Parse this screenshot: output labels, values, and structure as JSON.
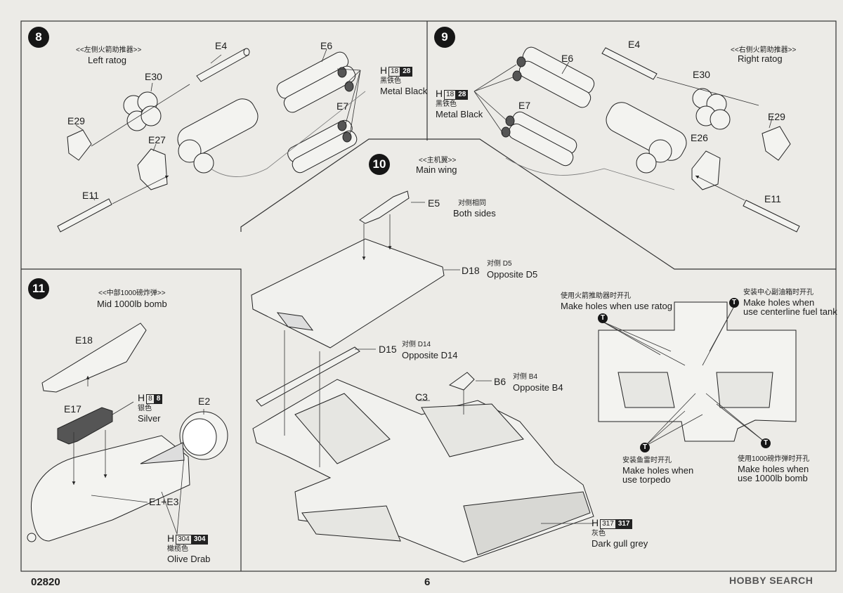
{
  "footer": {
    "code": "02820",
    "page": "6",
    "brand": "HOBBY SEARCH"
  },
  "steps": {
    "s8": {
      "number": "8",
      "title_cn": "<<左侧火箭助推器>>",
      "title_en": "Left ratog",
      "parts": [
        "E4",
        "E6",
        "E30",
        "E7",
        "E29",
        "E27",
        "E11"
      ],
      "paint": {
        "code": "H",
        "num1": "18",
        "num2": "28",
        "cn": "黑铁色",
        "en": "Metal  Black"
      }
    },
    "s9": {
      "number": "9",
      "title_cn": "<<右侧火箭助推器>>",
      "title_en": "Right ratog",
      "parts": [
        "E4",
        "E6",
        "E30",
        "E7",
        "E29",
        "E26",
        "E11"
      ],
      "paint": {
        "code": "H",
        "num1": "18",
        "num2": "28",
        "cn": "黑铁色",
        "en": "Metal  Black"
      }
    },
    "s10": {
      "number": "10",
      "title_cn": "<<主机翼>>",
      "title_en": "Main wing",
      "e5": "E5",
      "both_cn": "对侧相同",
      "both_en": "Both sides",
      "d18": "D18",
      "d18_cn": "对侧 D5",
      "d18_en": "Opposite D5",
      "d15": "D15",
      "d15_cn": "对侧 D14",
      "d15_en": "Opposite D14",
      "b6": "B6",
      "b6_cn": "对侧 B4",
      "b6_en": "Opposite B4",
      "c3": "C3",
      "paint": {
        "code": "H",
        "num1": "317",
        "num2": "317",
        "cn": "灰色",
        "en": "Dark gull grey"
      },
      "holes": {
        "ratog_cn": "使用火箭推助器时开孔",
        "ratog_en": "Make holes when use ratog",
        "tank_cn": "安装中心副油箱时开孔",
        "tank_en1": "Make holes when",
        "tank_en2": "use centerline fuel tank",
        "torpedo_cn": "安装鱼雷时开孔",
        "torpedo_en1": "Make holes when",
        "torpedo_en2": "use torpedo",
        "bomb_cn": "使用1000磅炸弹时开孔",
        "bomb_en1": "Make holes when",
        "bomb_en2": "use 1000lb bomb",
        "mark": "T"
      }
    },
    "s11": {
      "number": "11",
      "title_cn": "<<中部1000磅炸弹>>",
      "title_en": "Mid 1000lb bomb",
      "e18": "E18",
      "e17": "E17",
      "e2": "E2",
      "e1e3": "E1+E3",
      "paint_silver": {
        "code": "H",
        "num1": "8",
        "num2": "8",
        "cn": "银色",
        "en": "Silver"
      },
      "paint_olive": {
        "code": "H",
        "num1": "304",
        "num2": "304",
        "cn": "橄榄色",
        "en": "Olive Drab"
      }
    }
  }
}
